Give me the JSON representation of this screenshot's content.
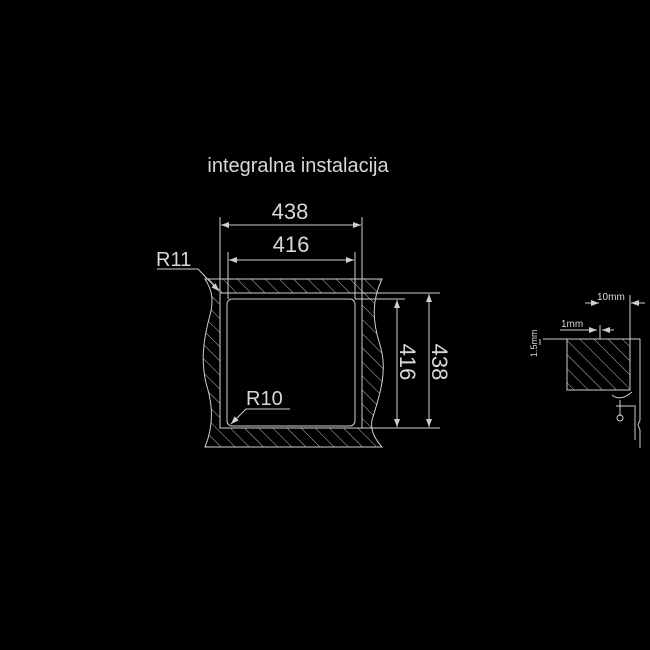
{
  "title": "integralna instalacija",
  "main_view": {
    "width_outer": "438",
    "width_inner": "416",
    "height_inner": "416",
    "height_outer": "438",
    "radius_outer": "R11",
    "radius_inner": "R10"
  },
  "detail_view": {
    "dim_10": "10mm",
    "dim_1": "1mm",
    "dim_1_5": "1.5mm"
  },
  "colors": {
    "background": "#000000",
    "lines": "#cfcfcf"
  }
}
